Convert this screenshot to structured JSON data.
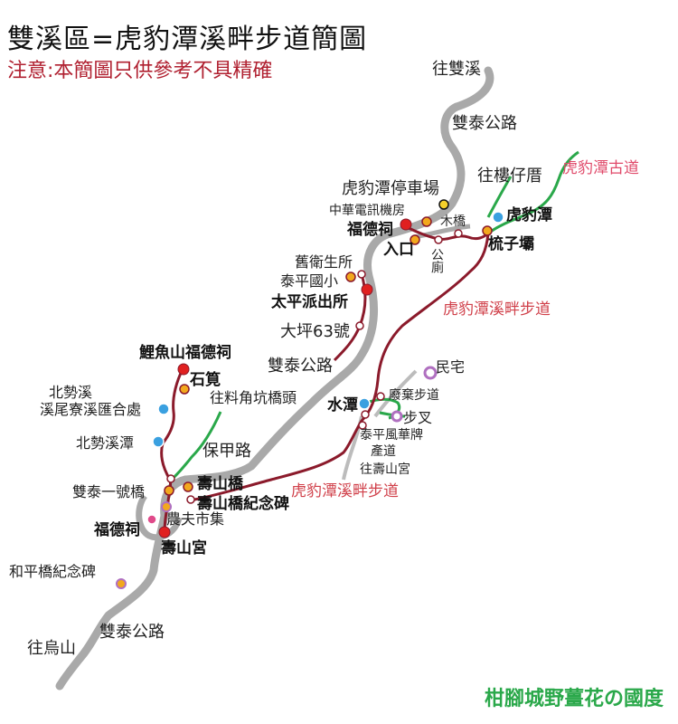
{
  "title": "雙溪區=虎豹潭溪畔步道簡圖",
  "subtitle": "注意:本簡圖只供參考不具精確",
  "credit": "柑腳城野薑花の國度",
  "labels": {
    "to_shuangxi": "往雙溪",
    "shuangtai_rd_1": "雙泰公路",
    "shuangtai_rd_2": "雙泰公路",
    "shuangtai_rd_3": "雙泰公路",
    "to_louzaicuo": "往樓仔厝",
    "hubaotan_old_trail": "虎豹潭古道",
    "hubaotan_parking": "虎豹潭停車場",
    "cht_station": "中華電訊機房",
    "fude_temple_1": "福德祠",
    "entrance": "入口",
    "wood_bridge": "木橋",
    "toilet": "公廁",
    "hubaotan": "虎豹潭",
    "shuzi_ba": "梳子壩",
    "old_clinic": "舊衛生所",
    "taiping_school": "泰平國小",
    "taiping_police": "太平派出所",
    "trail_label_1": "虎豹潭溪畔步道",
    "daping_63": "大坪63號",
    "liyushan_temple": "鯉魚山福德祠",
    "shidian": "石筧",
    "beishixi_confluence_1": "北勢溪",
    "beishixi_confluence_2": "溪尾寮溪匯合處",
    "to_liaojiaokeng": "往料角坑橋頭",
    "minzhai": "民宅",
    "shuitan": "水潭",
    "abandoned_trail": "廢棄步道",
    "bucha": "步叉",
    "beishixi_pool": "北勢溪潭",
    "baojia_rd": "保甲路",
    "taiping_fenghua": "泰平風華牌",
    "industrial_rd": "產道",
    "to_shoushan_temple": "往壽山宮",
    "shuangtai_bridge": "雙泰一號橋",
    "shoushan_bridge": "壽山橋",
    "shoushan_monument": "壽山橋紀念碑",
    "farmers_market": "農夫市集",
    "trail_label_2": "虎豹潭溪畔步道",
    "fude_temple_2": "福德祠",
    "shoushan_temple": "壽山宮",
    "heping_monument": "和平橋紀念碑",
    "to_wushan": "往烏山"
  },
  "colors": {
    "road": "#a9a9a9",
    "road_edge": "#ffffff",
    "trail": "#8b1a2b",
    "green_trail": "#2aa84a",
    "gray_path": "#b8b8b8",
    "marker_red": "#e02020",
    "marker_orange": "#f2a81d",
    "marker_yellow": "#f4cf2a",
    "marker_blue": "#3aa0e0",
    "marker_purple": "#b070c0",
    "marker_pink": "#e04a8a",
    "marker_white": "#ffffff"
  }
}
